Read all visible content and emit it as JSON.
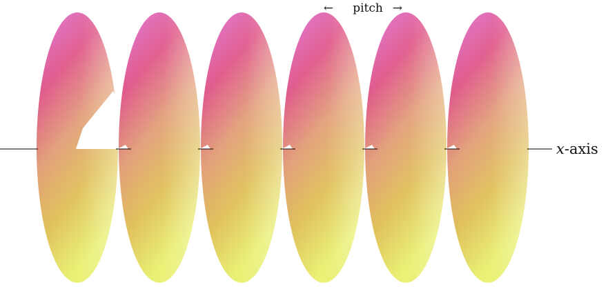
{
  "labels": {
    "pitch": "pitch",
    "axis_var": "x",
    "axis_suffix": "-axis"
  },
  "colors": {
    "top": "#e07de0",
    "upper": "#e05a8c",
    "middle": "#e2a07a",
    "lower": "#e0c05a",
    "bottom": "#e8f070",
    "light": "#e6f7a0",
    "axis": "#000000"
  },
  "helix": {
    "turns": 6
  }
}
